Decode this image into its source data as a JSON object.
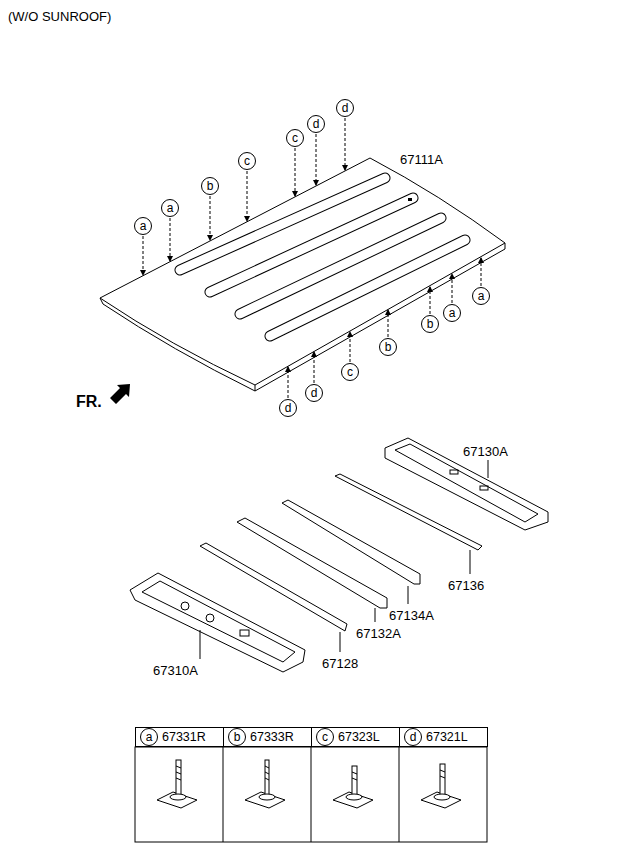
{
  "diagram": {
    "title": "(W/O SUNROOF)",
    "nodes": [
      {
        "text": [
          "a"
        ]
      },
      {
        "text": [
          "a"
        ]
      },
      {
        "text": [
          "b"
        ]
      },
      {
        "text": [
          "c"
        ]
      },
      {
        "text": [
          "c"
        ]
      },
      {
        "text": [
          "d"
        ]
      },
      {
        "text": [
          "d"
        ]
      },
      {
        "text": [
          "a"
        ]
      },
      {
        "text": [
          "a"
        ]
      },
      {
        "text": [
          "b"
        ]
      },
      {
        "text": [
          "b"
        ]
      },
      {
        "text": [
          "c"
        ]
      },
      {
        "text": [
          "d"
        ]
      },
      {
        "text": [
          "d"
        ]
      },
      {
        "text": [
          "67331R"
        ]
      },
      {
        "text": [
          "a"
        ],
        "in": 14
      },
      {
        "text": [
          "67333R"
        ]
      },
      {
        "text": [
          "b"
        ],
        "in": 16
      },
      {
        "text": [
          "67323L"
        ]
      },
      {
        "text": [
          "c"
        ],
        "in": 18
      },
      {
        "text": [
          "67321L"
        ]
      },
      {
        "text": [
          "d"
        ],
        "in": 20
      }
    ],
    "labels": [
      "67111A",
      "FR.",
      "67130A",
      "67136",
      "67134A",
      "67132A",
      "67128",
      "67310A"
    ]
  }
}
